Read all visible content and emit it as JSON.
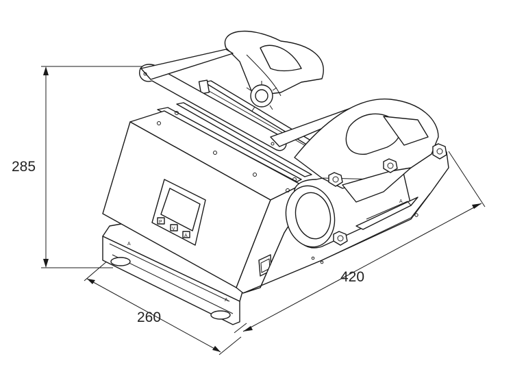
{
  "dimensions": {
    "height": "285",
    "length": "420",
    "width": "260"
  },
  "labels": {
    "foot_marker_left": "A",
    "foot_marker_right": "A",
    "rear_marker": "A",
    "button_1": "P",
    "button_2": "V",
    "button_3": "A"
  }
}
